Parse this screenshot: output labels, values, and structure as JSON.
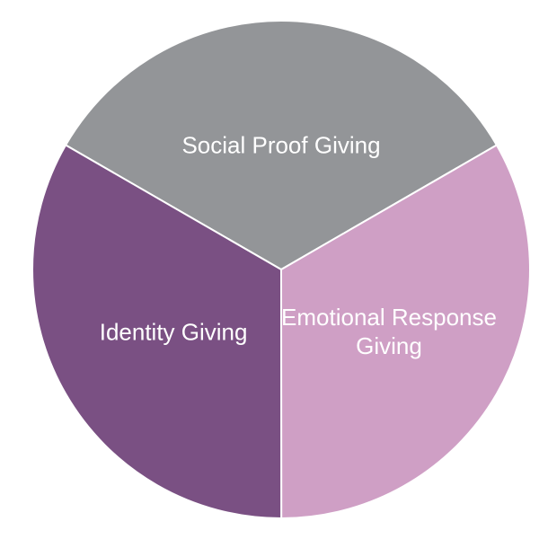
{
  "chart_data": {
    "type": "pie",
    "title": "",
    "legend": "none",
    "slices": [
      {
        "label": [
          "Social Proof Giving"
        ],
        "value": 33.33,
        "color": "#939598"
      },
      {
        "label": [
          "Emotional Response",
          "Giving"
        ],
        "value": 33.33,
        "color": "#cf9fc5"
      },
      {
        "label": [
          "Identity Giving"
        ],
        "value": 33.34,
        "color": "#7a5083"
      }
    ]
  }
}
